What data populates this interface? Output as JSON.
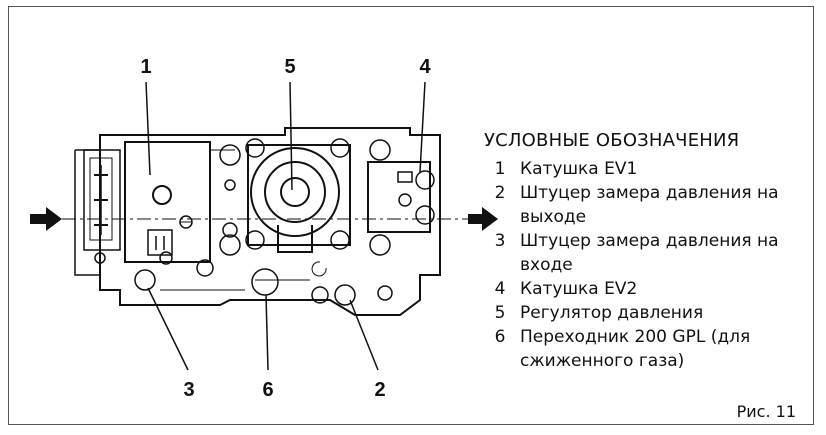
{
  "callouts": [
    "1",
    "5",
    "4",
    "3",
    "6",
    "2"
  ],
  "legend": {
    "title": "УСЛОВНЫЕ ОБОЗНАЧЕНИЯ",
    "items": [
      {
        "num": "1",
        "text": "Катушка EV1"
      },
      {
        "num": "2",
        "text": "Штуцер замера давления на выходе"
      },
      {
        "num": "3",
        "text": "Штуцер замера давления на входе"
      },
      {
        "num": "4",
        "text": "Катушка EV2"
      },
      {
        "num": "5",
        "text": "Регулятор давления"
      },
      {
        "num": "6",
        "text": "Переходник 200 GPL (для сжиженного газа)"
      }
    ]
  },
  "figure_label": "Рис. 11",
  "colors": {
    "ink": "#111111",
    "frame": "#555555",
    "background": "#ffffff"
  }
}
